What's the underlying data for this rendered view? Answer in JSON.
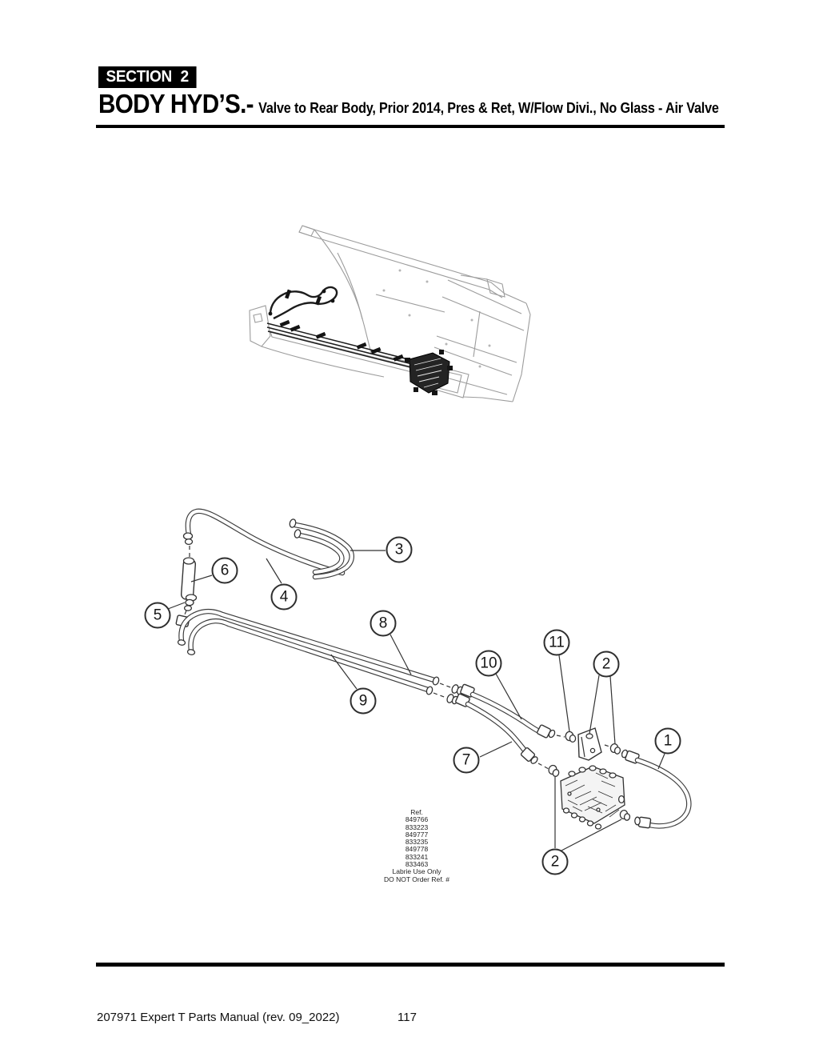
{
  "header": {
    "section_label": "SECTION 2",
    "title": "BODY HYD’S.-",
    "subtitle": "Valve to Rear Body, Prior 2014, Pres & Ret, W/Flow Divi., No Glass - Air Valve"
  },
  "diagram": {
    "callouts": {
      "c1": "1",
      "c2a": "2",
      "c2b": "2",
      "c3": "3",
      "c4": "4",
      "c5": "5",
      "c6": "6",
      "c7": "7",
      "c8": "8",
      "c9": "9",
      "c10": "10",
      "c11": "11"
    },
    "ref_block": {
      "lines": [
        "Ref.",
        "849766",
        "833223",
        "849777",
        "833235",
        "849778",
        "833241",
        "833463",
        "Labrie Use Only",
        "DO NOT Order Ref. #"
      ]
    }
  },
  "footer": {
    "manual_info": "207971 Expert T Parts Manual (rev. 09_2022)",
    "page_number": "117"
  }
}
